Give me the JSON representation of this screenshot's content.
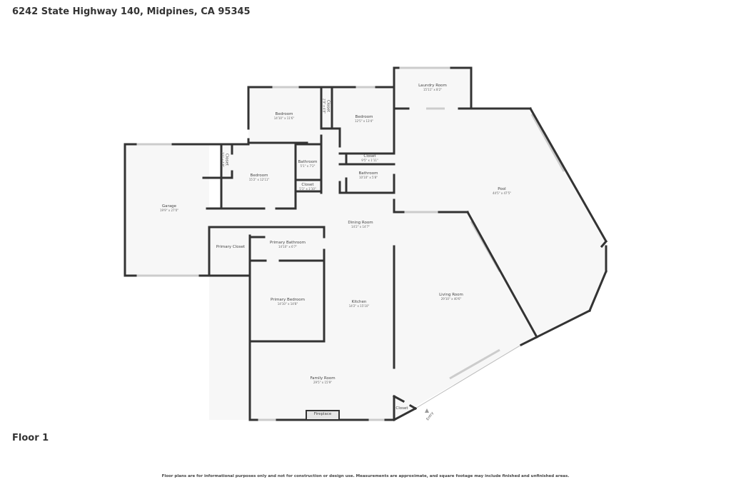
{
  "header": {
    "address": "6242 State Highway 140, Midpines, CA 95345"
  },
  "floor_label": "Floor 1",
  "disclaimer": "Floor plans are for informational purposes only and not for construction or design use. Measurements are approximate, and square footage may include finished and unfinished areas.",
  "colors": {
    "wall": "#333333",
    "floor": "#f7f7f7",
    "window": "#cccccc"
  },
  "rooms": [
    {
      "name": "Laundry Room",
      "dims": "15'11\" x 8'2\""
    },
    {
      "name": "Bedroom",
      "dims": "14'10\" x 11'6\""
    },
    {
      "name": "Closet",
      "dims": "2'9\" x 4'8\""
    },
    {
      "name": "Bedroom",
      "dims": "12'5\" x 13'4\""
    },
    {
      "name": "Closet",
      "dims": "9'5\" x 1'11\""
    },
    {
      "name": "Bathroom",
      "dims": "10'10\" x 5'8\""
    },
    {
      "name": "Closet",
      "dims": "2'1\" x 4'8\""
    },
    {
      "name": "Bedroom",
      "dims": "15'2\" x 12'11\""
    },
    {
      "name": "Bathroom",
      "dims": "5'1\" x 7'2\""
    },
    {
      "name": "Closet",
      "dims": "5'1\" x 1'10\""
    },
    {
      "name": "Garage",
      "dims": "19'9\" x 27'0\""
    },
    {
      "name": "Pool",
      "dims": "44'5\" x 47'5\""
    },
    {
      "name": "Dining Room",
      "dims": "14'2\" x 14'7\""
    },
    {
      "name": "Primary Closet",
      "dims": ""
    },
    {
      "name": "Primary Bathroom",
      "dims": "14'10\" x 6'7\""
    },
    {
      "name": "Primary Bedroom",
      "dims": "14'10\" x 14'8\""
    },
    {
      "name": "Kitchen",
      "dims": "14'2\" x 15'10\""
    },
    {
      "name": "Living Room",
      "dims": "29'10\" x 40'6\""
    },
    {
      "name": "Family Room",
      "dims": "29'5\" x 15'9\""
    },
    {
      "name": "Closet",
      "dims": ""
    }
  ],
  "labels": {
    "fireplace": "Fireplace",
    "entry": "Entry"
  }
}
